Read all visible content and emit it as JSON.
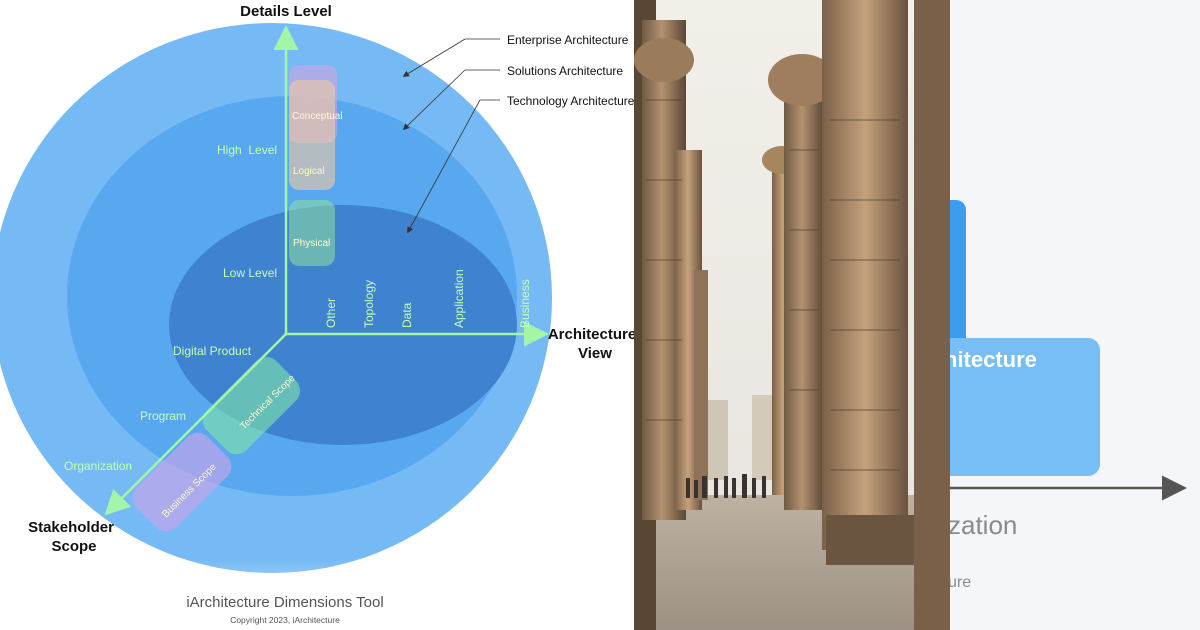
{
  "diagram": {
    "axis_vertical": "Details Level",
    "axis_horizontal_line1": "Architecture",
    "axis_horizontal_line2": "View",
    "axis_diagonal_line1": "Stakeholder",
    "axis_diagonal_line2": "Scope",
    "legend": [
      "Enterprise Architecture",
      "Solutions Architecture",
      "Technology Architecture"
    ],
    "levels": [
      "High  Level",
      "Low Level"
    ],
    "detail_blocks": [
      "Conceptual",
      "Logical",
      "Physical"
    ],
    "views": [
      "Other",
      "Topology",
      "Data",
      "Application",
      "Business"
    ],
    "scopes": [
      "Digital Product",
      "Program",
      "Organization"
    ],
    "scope_blocks": [
      "Technical Scope",
      "Business Scope"
    ],
    "footer_title": "iArchitecture Dimensions Tool",
    "footer_copyright": "Copyright 2023, iArchitecture",
    "colors": {
      "outer": "#76baf5",
      "middle": "#58a8f0",
      "inner": "#3f82cf",
      "axis": "#a4f5a8",
      "label": "#c4ffb4"
    }
  },
  "photo": {
    "description_icon": "temple-columns-photo"
  },
  "fragment": {
    "text_architecture": "hitecture",
    "text_organization": "zation",
    "text_small": "ure"
  }
}
